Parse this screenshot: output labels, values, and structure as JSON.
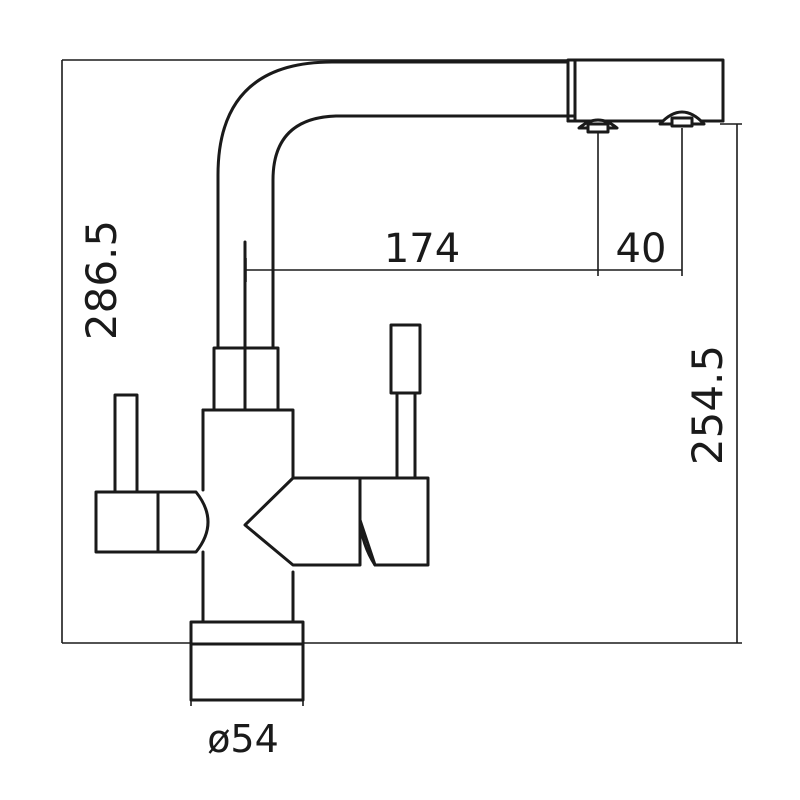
{
  "dimensions": {
    "total_height": "286.5",
    "spout_height": "254.5",
    "spout_reach": "174",
    "outlet_spacing": "40",
    "base_diameter": "ø54"
  }
}
